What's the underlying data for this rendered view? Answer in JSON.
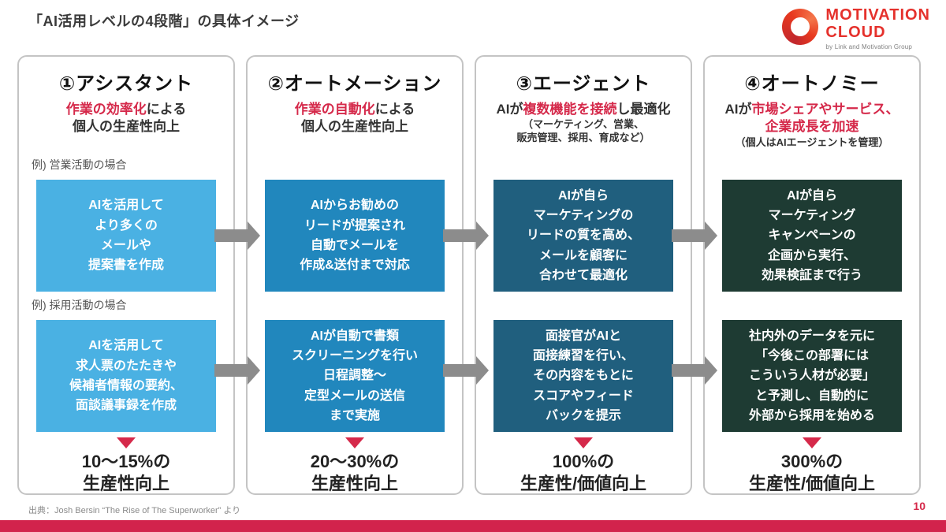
{
  "page": {
    "title": "「AI活用レベルの4段階」の具体イメージ",
    "source": "出典：Josh Bersin “The Rise of The Superworker” より",
    "page_number": "10"
  },
  "logo": {
    "ring_icon": "motivation-cloud-ring-icon",
    "name_line1": "MOTIVATION",
    "name_line2": "CLOUD",
    "byline": "by Link and Motivation Group",
    "brand_red": "#e5312c"
  },
  "colors": {
    "accent_red": "#d5294a",
    "bottom_bar_red": "#d2234c",
    "arrow_gray": "#8c8c8c",
    "column_border_gray": "#c4c4c4",
    "text_dark": "#333333"
  },
  "columns": [
    {
      "header": "①アシスタント",
      "desc_lines": [
        [
          {
            "t": "作業の効率化",
            "red": true
          },
          {
            "t": "による",
            "red": false
          }
        ],
        [
          {
            "t": "個人の生産性向上",
            "red": false
          }
        ]
      ],
      "sub_lines": [],
      "example_top": "例) 営業活動の場合",
      "example_bottom": "例) 採用活動の場合",
      "box_color": "#4ab1e3",
      "box_top_lines": [
        "AIを活用して",
        "より多くの",
        "メールや",
        "提案書を作成"
      ],
      "box_bottom_lines": [
        "AIを活用して",
        "求人票のたたきや",
        "候補者情報の要約、",
        "面談議事録を作成"
      ],
      "result_lines": [
        "10〜15%の",
        "生産性向上"
      ]
    },
    {
      "header": "②オートメーション",
      "desc_lines": [
        [
          {
            "t": "作業の自動化",
            "red": true
          },
          {
            "t": "による",
            "red": false
          }
        ],
        [
          {
            "t": "個人の生産性向上",
            "red": false
          }
        ]
      ],
      "sub_lines": [],
      "example_top": "",
      "example_bottom": "",
      "box_color": "#2187bd",
      "box_top_lines": [
        "AIからお勧めの",
        "リードが提案され",
        "自動でメールを",
        "作成&送付まで対応"
      ],
      "box_bottom_lines": [
        "AIが自動で書類",
        "スクリーニングを行い",
        "日程調整〜",
        "定型メールの送信",
        "まで実施"
      ],
      "result_lines": [
        "20〜30%の",
        "生産性向上"
      ]
    },
    {
      "header": "③エージェント",
      "desc_lines": [
        [
          {
            "t": "AIが",
            "red": false
          },
          {
            "t": "複数機能を接続",
            "red": true
          },
          {
            "t": "し最適化",
            "red": false
          }
        ]
      ],
      "sub_lines": [
        "（マーケティング、営業、",
        "販売管理、採用、育成など）"
      ],
      "example_top": "",
      "example_bottom": "",
      "box_color": "#205f7e",
      "box_top_lines": [
        "AIが自ら",
        "マーケティングの",
        "リードの質を高め、",
        "メールを顧客に",
        "合わせて最適化"
      ],
      "box_bottom_lines": [
        "面接官がAIと",
        "面接練習を行い、",
        "その内容をもとに",
        "スコアやフィード",
        "バックを提示"
      ],
      "result_lines": [
        "100%の",
        "生産性/価値向上"
      ]
    },
    {
      "header": "④オートノミー",
      "desc_lines": [
        [
          {
            "t": "AIが",
            "red": false
          },
          {
            "t": "市場シェアやサービス、",
            "red": true
          }
        ],
        [
          {
            "t": "企業成長を加速",
            "red": true
          }
        ]
      ],
      "sub_lines": [
        "（個人はAIエージェントを管理）"
      ],
      "example_top": "",
      "example_bottom": "",
      "box_color": "#1e3b33",
      "box_top_lines": [
        "AIが自ら",
        "マーケティング",
        "キャンペーンの",
        "企画から実行、",
        "効果検証まで行う"
      ],
      "box_bottom_lines": [
        "社内外のデータを元に",
        "「今後この部署には",
        "こういう人材が必要」",
        "と予測し、自動的に",
        "外部から採用を始める"
      ],
      "result_lines": [
        "300%の",
        "生産性/価値向上"
      ]
    }
  ],
  "arrows": {
    "count": 6,
    "icon": "right-arrow-icon"
  }
}
